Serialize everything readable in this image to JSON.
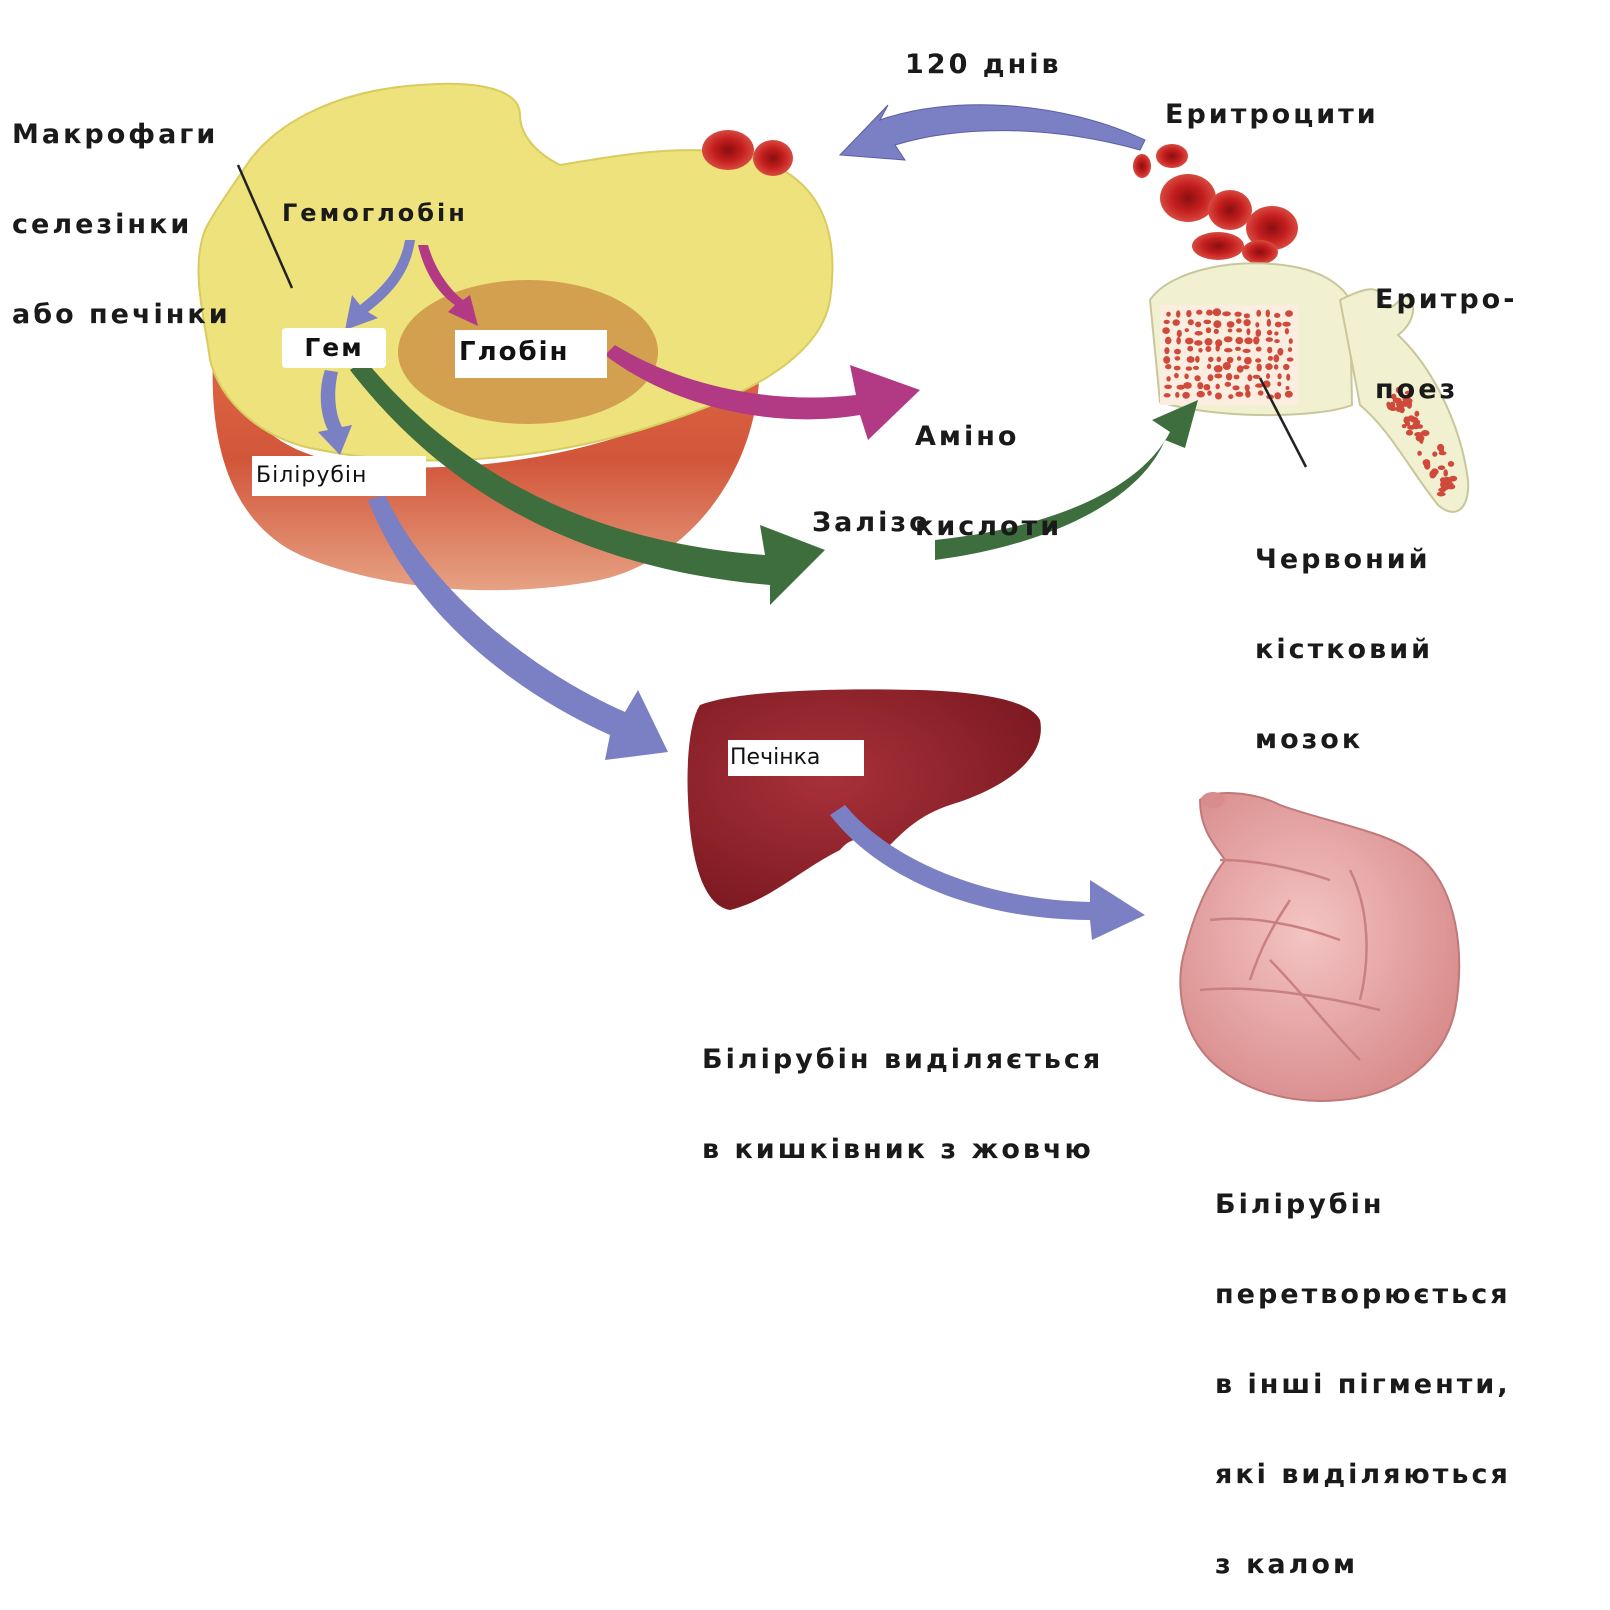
{
  "labels": {
    "macrophages": [
      "Макрофаги",
      "селезінки",
      "або печінки"
    ],
    "days": "120 днів",
    "erythrocytes": "Еритроцити",
    "erythropoiesis": [
      "Еритро-",
      "поез"
    ],
    "hemoglobin": "Гемоглобін",
    "heme": "Гем",
    "globin": "Глобін",
    "amino_acids": [
      "Аміно",
      "кислоти"
    ],
    "bilirubin": "Білірубін",
    "iron": "Залізо",
    "red_marrow": [
      "Червоний",
      "кістковий",
      "мозок"
    ],
    "liver": "Печінка",
    "bile_excretion": [
      "Білірубін виділяється",
      "в кишківник з жовчю"
    ],
    "intestine_fate": [
      "Білірубін",
      "перетворюється",
      "в інші пігменти,",
      "які виділяються",
      "з калом"
    ]
  },
  "colors": {
    "macrophage_cell": "#ede27c",
    "vacuole": "#cf9a4a",
    "organ_red": "#d2563a",
    "erythrocyte": "#c41e1e",
    "arrow_blue": "#7b7fc4",
    "arrow_magenta": "#b23a85",
    "arrow_green": "#3e6e3e",
    "liver": "#8c1e25",
    "bone": "#f1f0d0",
    "marrow_dot": "#cf4a3a",
    "intestine": "#e9a5a5"
  },
  "icons": {
    "cell": "macrophage-cell-illustration",
    "organ": "spleen-illustration",
    "rbc": "erythrocyte-illustration",
    "bone": "bone-marrow-illustration",
    "liver": "liver-illustration",
    "intestine": "intestine-illustration"
  }
}
